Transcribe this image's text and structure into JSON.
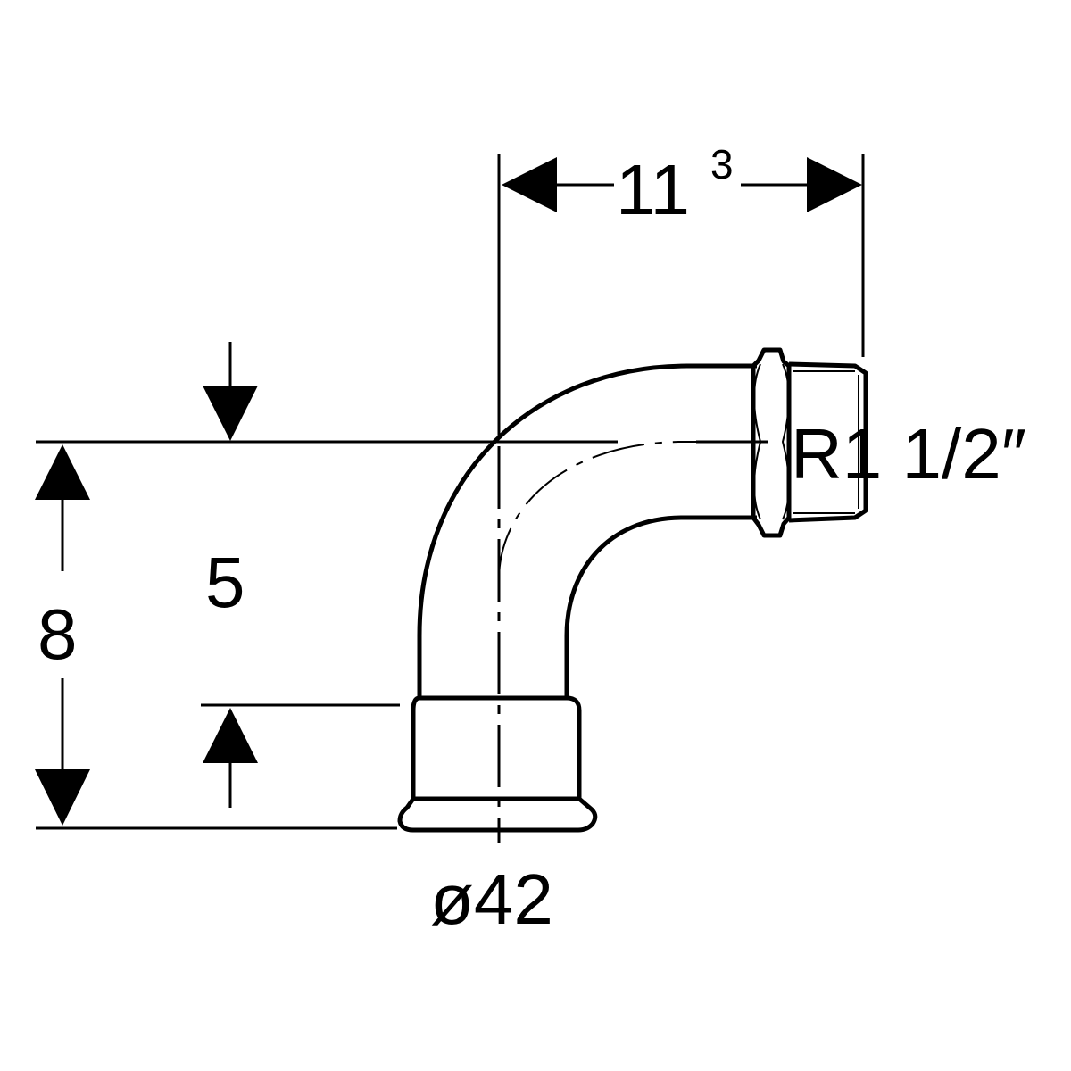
{
  "dimensions": {
    "width_main": "11",
    "width_sup": "3",
    "thread": "R1 1/2″",
    "offset": "5",
    "height": "8",
    "diameter": "ø42"
  },
  "colors": {
    "line": "#000000",
    "background": "#ffffff"
  }
}
